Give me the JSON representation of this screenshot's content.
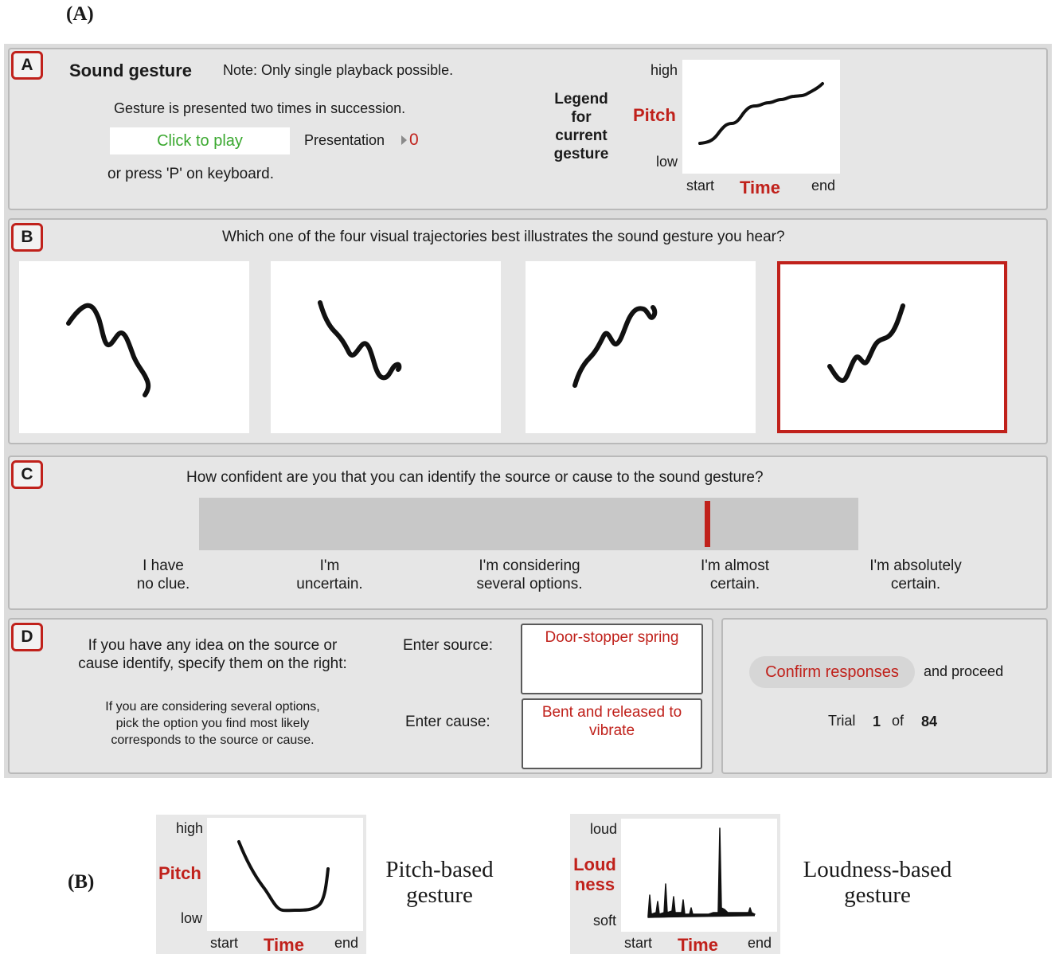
{
  "figure": {
    "label_a": "(A)",
    "label_b": "(B)"
  },
  "section_a": {
    "badge": "A",
    "title": "Sound gesture",
    "note": "Note: Only single playback possible.",
    "instruction": "Gesture is presented two times in succession.",
    "play_button": "Click to play",
    "presentation_label": "Presentation",
    "presentation_count": "0",
    "keyboard_hint": "or press 'P' on keyboard.",
    "legend_title": [
      "Legend",
      "for",
      "current",
      "gesture"
    ],
    "legend": {
      "y_label": "Pitch",
      "y_high": "high",
      "y_low": "low",
      "x_label": "Time",
      "x_start": "start",
      "x_end": "end"
    }
  },
  "section_b": {
    "badge": "B",
    "question": "Which one of the four visual trajectories best illustrates the sound gesture you hear?",
    "selected_index": 3,
    "options_count": 4
  },
  "section_c": {
    "badge": "C",
    "question": "How confident are you that you can identify the source or cause to the sound gesture?",
    "slider_value_fraction": 0.77,
    "scale_labels": [
      [
        "I have",
        "no clue."
      ],
      [
        "I'm",
        "uncertain."
      ],
      [
        "I'm considering",
        "several options."
      ],
      [
        "I'm almost",
        "certain."
      ],
      [
        "I'm absolutely",
        "certain."
      ]
    ]
  },
  "section_d": {
    "badge": "D",
    "prompt_line1": "If you have any idea on the source or",
    "prompt_line2": "cause identify, specify them on the right:",
    "hint_line1": "If you are considering several options,",
    "hint_line2": "pick the option you find most likely",
    "hint_line3": "corresponds to the source or cause.",
    "source_label": "Enter source:",
    "source_value": "Door-stopper spring",
    "cause_label": "Enter cause:",
    "cause_value_line1": "Bent and released to",
    "cause_value_line2": "vibrate",
    "confirm_button": "Confirm responses",
    "proceed": "and proceed",
    "trial_label": "Trial",
    "trial_current": "1",
    "trial_of": "of",
    "trial_total": "84"
  },
  "examples": {
    "pitch": {
      "y_high": "high",
      "y_label": "Pitch",
      "y_low": "low",
      "x_start": "start",
      "x_label": "Time",
      "x_end": "end",
      "caption_line1": "Pitch-based",
      "caption_line2": "gesture"
    },
    "loudness": {
      "y_high": "loud",
      "y_label_line1": "Loud",
      "y_label_line2": "ness",
      "y_low": "soft",
      "x_start": "start",
      "x_label": "Time",
      "x_end": "end",
      "caption_line1": "Loudness-based",
      "caption_line2": "gesture"
    }
  },
  "colors": {
    "accent_red": "#c0211b",
    "play_green": "#3aa82f",
    "panel_gray": "#e6e6e6",
    "slider_track": "#c8c8c8"
  }
}
